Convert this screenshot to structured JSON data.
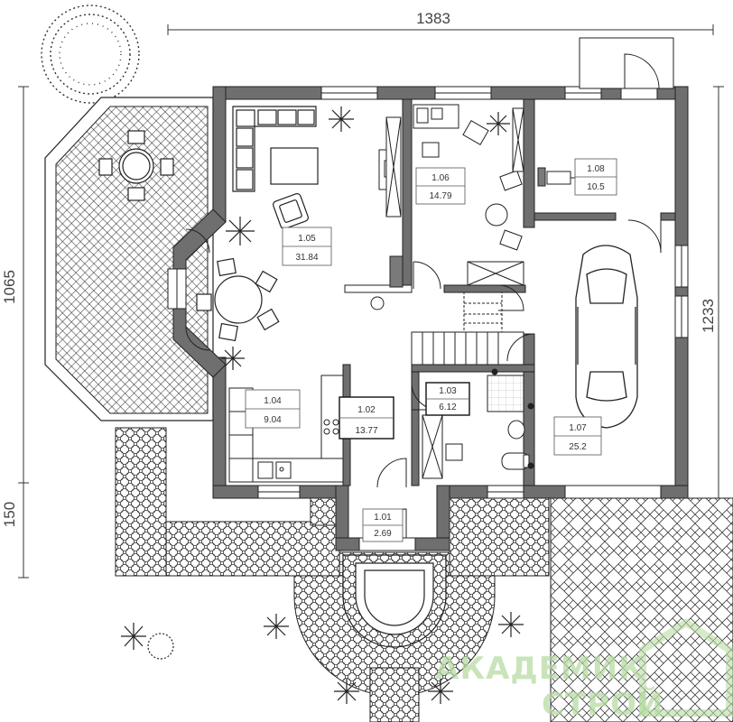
{
  "dimensions": {
    "top": "1383",
    "left_top": "1065",
    "left_bottom": "150",
    "right": "1233"
  },
  "rooms": [
    {
      "id": "1.01",
      "area": "2.69"
    },
    {
      "id": "1.02",
      "area": "13.77"
    },
    {
      "id": "1.03",
      "area": "6.12"
    },
    {
      "id": "1.04",
      "area": "9.04"
    },
    {
      "id": "1.05",
      "area": "31.84"
    },
    {
      "id": "1.06",
      "area": "14.79"
    },
    {
      "id": "1.07",
      "area": "25.2"
    },
    {
      "id": "1.08",
      "area": "10.5"
    }
  ],
  "watermark": {
    "line1": "АКАДЕМИК",
    "line2": "СТРОЙ"
  },
  "colors": {
    "wall": "#6f6f6f",
    "line": "#222222",
    "watermark": "#b8dca4"
  }
}
